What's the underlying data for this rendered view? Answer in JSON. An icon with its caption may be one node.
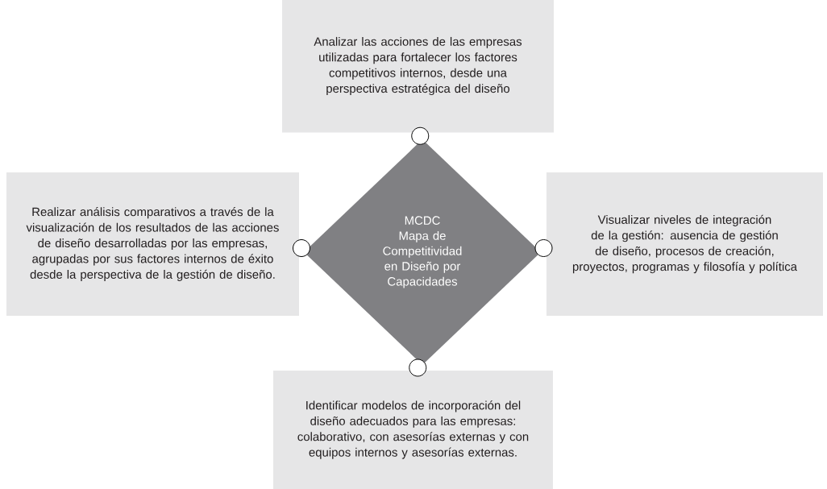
{
  "diagram": {
    "nodes": [
      {
        "text": [
          "Analizar las acciones de las empresas utilizadas para fortalecer los factores competitivos internos, desde una perspectiva estratégica del diseño"
        ]
      },
      {
        "text": [
          "Realizar análisis comparativos a través de la visualización de los resultados de las acciones de diseño desarrolladas por las empresas, agrupadas por sus factores internos de éxito desde la perspectiva de la gestión de diseño."
        ]
      },
      {
        "text": [
          "MCDC",
          "Mapa de Competitividad en Diseño por Capacidades"
        ]
      },
      {
        "text": [
          "Visualizar niveles de integración de la gestión: ausencia de gestión de diseño, procesos de creación, proyectos, programas y filosofía y política"
        ]
      },
      {
        "text": [
          "Identificar modelos de incorporación del diseño adecuados para las empresas: colaborativo, con asesorías externas y con equipos internos y asesorías externas."
        ]
      }
    ],
    "edges": [
      {
        "from": 2,
        "to": 0,
        "arrow": "other"
      },
      {
        "from": 2,
        "to": 1,
        "arrow": "other"
      },
      {
        "from": 2,
        "to": 3,
        "arrow": "other"
      },
      {
        "from": 2,
        "to": 4,
        "arrow": "other"
      }
    ]
  }
}
